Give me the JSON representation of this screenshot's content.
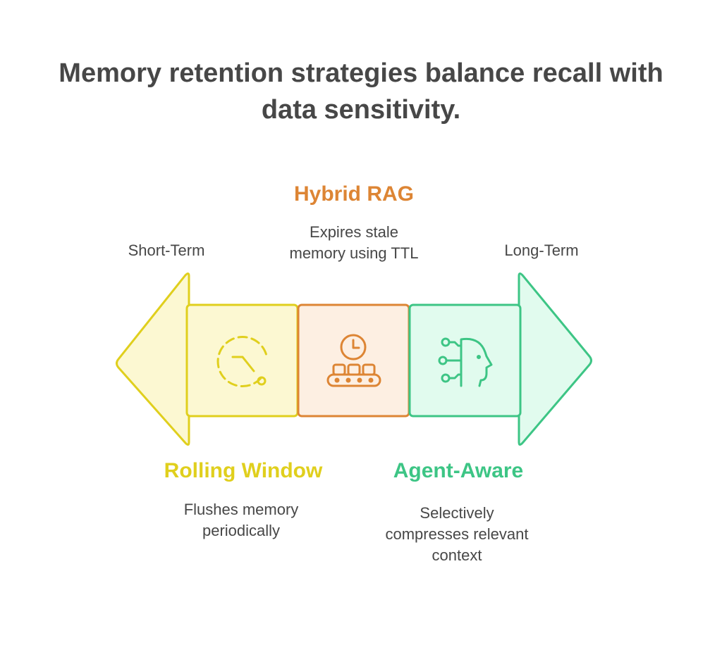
{
  "title": {
    "line1": "Memory retention strategies balance recall with",
    "line2": "data sensitivity."
  },
  "axis": {
    "left_label": "Short-Term",
    "right_label": "Long-Term"
  },
  "strategies": [
    {
      "name": "Rolling Window",
      "description": [
        "Flushes memory",
        "periodically"
      ],
      "color": "#E0CF1D",
      "fill": "#FCF8D2",
      "icon": "timer-icon"
    },
    {
      "name": "Hybrid RAG",
      "description": [
        "Expires stale",
        "memory using TTL"
      ],
      "color": "#DD8534",
      "fill": "#FDEFE2",
      "icon": "conveyor-clock-icon"
    },
    {
      "name": "Agent-Aware",
      "description": [
        "Selectively",
        "compresses relevant",
        "context"
      ],
      "color": "#3DC585",
      "fill": "#E1FBEE",
      "icon": "ai-head-icon"
    }
  ]
}
